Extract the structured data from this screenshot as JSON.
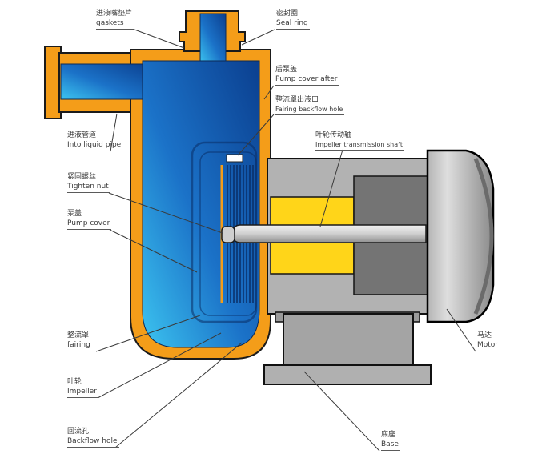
{
  "diagram": {
    "type": "pump-cross-section",
    "colors": {
      "casing_orange": "#f49d19",
      "liquid_blue_dark": "#0b3f8f",
      "liquid_cyan": "#3cc4f0",
      "winding_yellow": "#ffd519",
      "motor_gray": "#b2b2b2",
      "motor_core_dark_gray": "#747474",
      "shaft_gray": "#cfcfcf",
      "background": "#ffffff"
    }
  },
  "labels": [
    {
      "zh": "进液嘴垫片",
      "en": "gaskets"
    },
    {
      "zh": "密封圈",
      "en": "Seal ring"
    },
    {
      "zh": "后泵盖",
      "en": "Pump cover after"
    },
    {
      "zh": "整流罩出液口",
      "en": "Fairing backflow hole"
    },
    {
      "zh": "进液管道",
      "en": "Into liquid pipe"
    },
    {
      "zh": "紧固螺丝",
      "en": "Tighten nut"
    },
    {
      "zh": "泵盖",
      "en": "Pump cover"
    },
    {
      "zh": "叶轮传动轴",
      "en": "Impeller transmission shaft"
    },
    {
      "zh": "整流罩",
      "en": "fairing"
    },
    {
      "zh": "叶轮",
      "en": "Impeller"
    },
    {
      "zh": "回流孔",
      "en": "Backflow hole"
    },
    {
      "zh": "马达",
      "en": "Motor"
    },
    {
      "zh": "底座",
      "en": "Base"
    }
  ]
}
